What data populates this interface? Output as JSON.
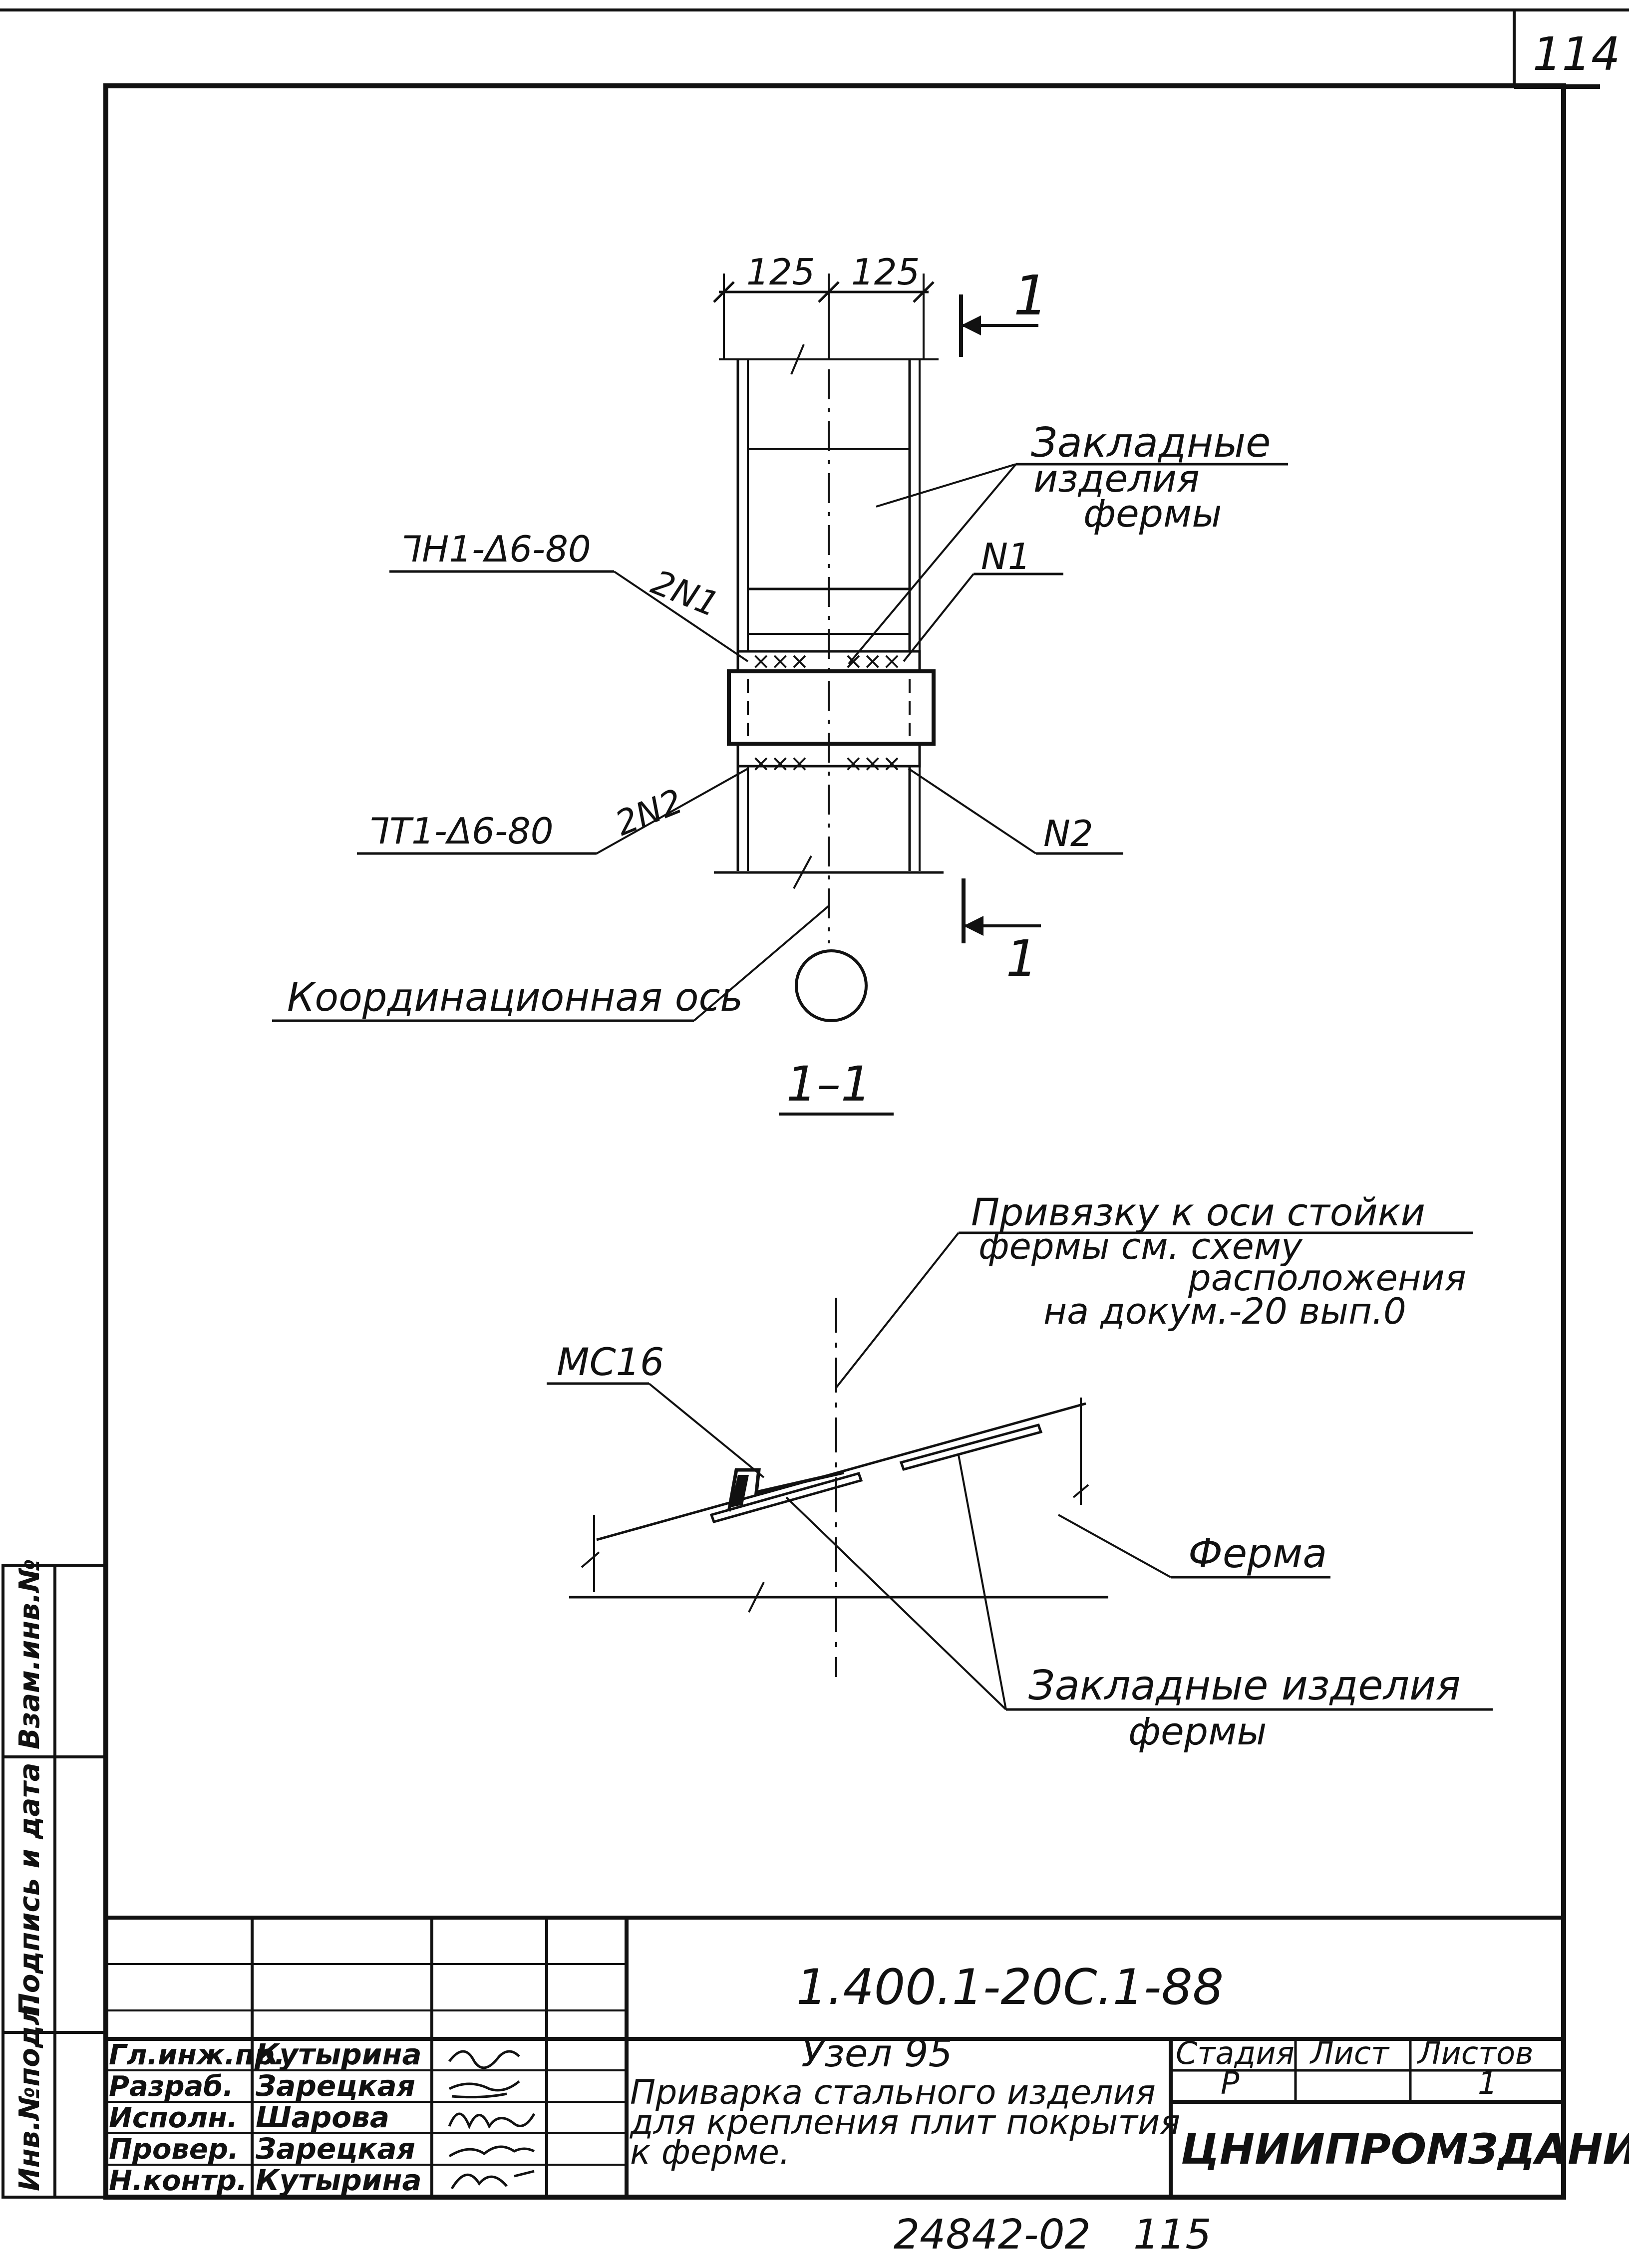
{
  "sheet": {
    "page_number": "114",
    "bottom_code": "24842-02",
    "bottom_page": "115"
  },
  "section_view": {
    "dim_left": "125",
    "dim_right": "125",
    "section_mark_top": "1",
    "section_mark_bottom": "1",
    "label_embedded_parts": "Закладные",
    "label_embedded_parts_2": "изделия",
    "label_embedded_parts_3": "фермы",
    "weld_top_left": "⅂Н1-Δ6-80",
    "weld_top_mid": "2N1",
    "weld_top_right": "N1",
    "weld_bottom_left": "⅂Т1-Δ6-80",
    "weld_bottom_mid": "2N2",
    "weld_bottom_right": "N2",
    "coordination_axis": "Координационная ось",
    "section_title": "1–1"
  },
  "detail_view": {
    "binding_note_1": "Привязку к оси стойки",
    "binding_note_2": "фермы см. схему",
    "binding_note_3": "расположения",
    "binding_note_4": "на докум.-20 вып.0",
    "channel_label": "МС16",
    "truss_label": "Ферма",
    "embedded_label_1": "Закладные изделия",
    "embedded_label_2": "фермы"
  },
  "side_stamp": {
    "cell_1": "Инв.№подл.",
    "cell_2": "Подпись и дата",
    "cell_3": "Взам.инв.№"
  },
  "title_block": {
    "doc_code": "1.400.1-20С.1-88",
    "node_title": "Узел 95",
    "description_1": "Приварка стального изделия",
    "description_2": "для крепления плит покрытия",
    "description_3": "к ферме.",
    "stage_header": "Стадия",
    "sheet_header": "Лист",
    "sheets_header": "Листов",
    "stage_value": "Р",
    "sheet_value": "",
    "sheets_value": "1",
    "organization": "ЦНИИПРОМЗДАНИЙ",
    "roles": [
      {
        "role": "Гл.инж.пр.",
        "name": "Кутырина"
      },
      {
        "role": "Разраб.",
        "name": "Зарецкая"
      },
      {
        "role": "Исполн.",
        "name": "Шарова"
      },
      {
        "role": "Провер.",
        "name": "Зарецкая"
      },
      {
        "role": "Н.контр.",
        "name": "Кутырина"
      }
    ]
  }
}
